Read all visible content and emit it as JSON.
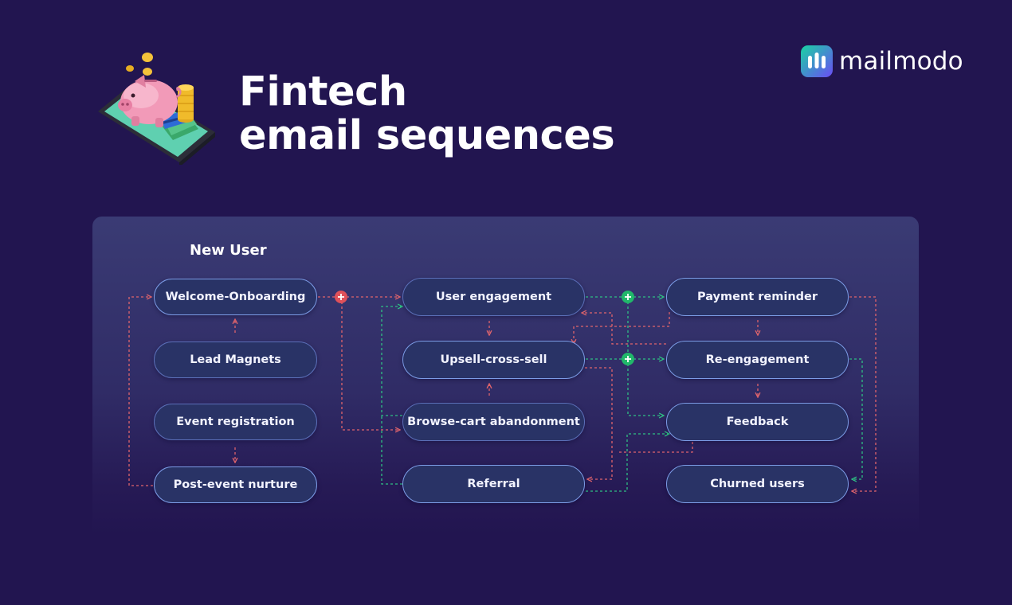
{
  "header": {
    "title_line1": "Fintech",
    "title_line2": "email sequences"
  },
  "brand": {
    "name": "mailmodo"
  },
  "section": {
    "label": "New User"
  },
  "nodes": {
    "welcome_onboarding": "Welcome-Onboarding",
    "lead_magnets": "Lead Magnets",
    "event_registration": "Event registration",
    "post_event_nurture": "Post-event nurture",
    "user_engagement": "User engagement",
    "upsell_cross_sell": "Upsell-cross-sell",
    "browse_cart_abandonment": "Browse-cart abandonment",
    "referral": "Referral",
    "payment_reminder": "Payment reminder",
    "re_engagement": "Re-engagement",
    "feedback": "Feedback",
    "churned_users": "Churned users"
  },
  "colors": {
    "background": "#221550",
    "node_fill": "#293366",
    "node_border": "#7c9ce6",
    "red_connector": "#e0646c",
    "green_connector": "#2fbf84",
    "brand_gradient_start": "#19d3a2",
    "brand_gradient_end": "#6b4cf6"
  },
  "icons": [
    "piggy-bank-illustration",
    "plus-icon",
    "mailmodo-logo-icon"
  ]
}
